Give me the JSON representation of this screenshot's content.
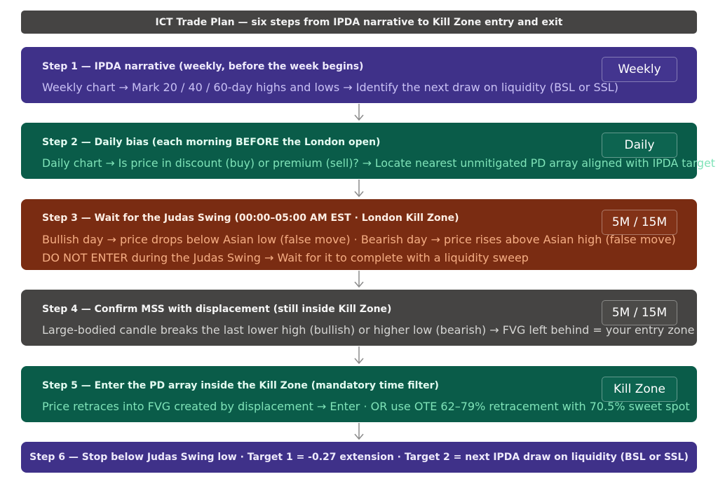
{
  "header": {
    "title": "ICT Trade Plan — six steps from IPDA narrative to Kill Zone entry and exit"
  },
  "steps": [
    {
      "title": "Step 1 — IPDA narrative (weekly, before the week begins)",
      "lines": [
        "Weekly chart → Mark 20 / 40 / 60-day highs and lows → Identify the next draw on liquidity (BSL or SSL)"
      ],
      "timeframe": "Weekly",
      "color": "#3f3189"
    },
    {
      "title": "Step 2 — Daily bias (each morning BEFORE the London open)",
      "lines": [
        "Daily chart → Is price in discount (buy) or premium (sell)? → Locate nearest unmitigated PD array aligned with IPDA target"
      ],
      "timeframe": "Daily",
      "color": "#0a5c49"
    },
    {
      "title": "Step 3 — Wait for the Judas Swing (00:00–05:00 AM EST · London Kill Zone)",
      "lines": [
        "Bullish day → price drops below Asian low (false move) · Bearish day → price rises above Asian high (false move)",
        "DO NOT ENTER during the Judas Swing → Wait for it to complete with a liquidity sweep"
      ],
      "timeframe": "5M / 15M",
      "color": "#7a2c12"
    },
    {
      "title": "Step 4 — Confirm MSS with displacement (still inside Kill Zone)",
      "lines": [
        "Large-bodied candle breaks the last lower high (bullish) or higher low (bearish) → FVG left behind = your entry zone"
      ],
      "timeframe": "5M / 15M",
      "color": "#454443"
    },
    {
      "title": "Step 5 — Enter the PD array inside the Kill Zone (mandatory time filter)",
      "lines": [
        "Price retraces into FVG created by displacement → Enter · OR use OTE 62–79% retracement with 70.5% sweet spot"
      ],
      "timeframe": "Kill Zone",
      "color": "#0a5c49"
    },
    {
      "title": "Step 6 — Stop below Judas Swing low · Target 1 = -0.27 extension · Target 2 = next IPDA draw on liquidity (BSL or SSL)",
      "color": "#3f3189"
    }
  ]
}
